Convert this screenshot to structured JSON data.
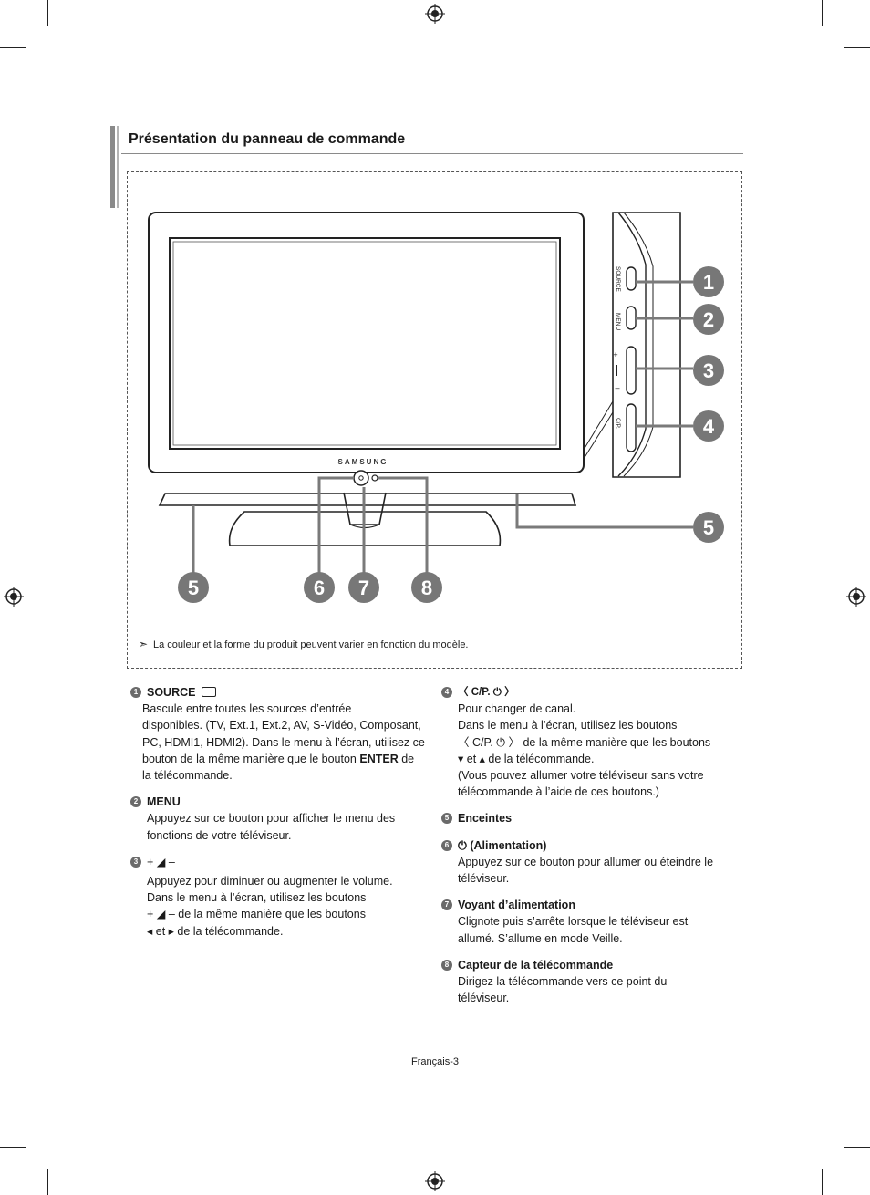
{
  "section": {
    "title": "Présentation du panneau de commande"
  },
  "figure": {
    "brand": "SAMSUNG",
    "side_labels": {
      "source": "SOURCE",
      "menu": "MENU",
      "vol_plus": "+",
      "vol_minus": "–",
      "ch_open": "〈",
      "ch_text": "C/P.",
      "ch_close": "〉"
    },
    "callouts": [
      "1",
      "2",
      "3",
      "4",
      "5",
      "5",
      "6",
      "7",
      "8"
    ],
    "note": "La couleur et la forme du produit peuvent varier en fonction du modèle."
  },
  "items_left": [
    {
      "num": "1",
      "head": "SOURCE",
      "icon": "source-input-icon",
      "body": "Bascule entre toutes les sources d’entrée\ndisponibles. (TV, Ext.1, Ext.2, AV, S-Vidéo, Composant,\nPC, HDMI1, HDMI2). Dans le menu à l’écran, utilisez ce\nbouton de la même manière que le bouton",
      "body_bold": "ENTER",
      "body_tail": " de\nla télécommande."
    },
    {
      "num": "2",
      "head": "MENU",
      "body": "Appuyez sur ce bouton pour afficher le menu des\nfonctions de votre téléviseur."
    },
    {
      "num": "3",
      "head": "+ ◢ –",
      "icon": "volume-icon",
      "body": "Appuyez pour diminuer ou augmenter le volume.\nDans le menu à l’écran, utilisez les boutons\n+ ◢ – de la même manière que les boutons\n◂  et  ▸  de la télécommande."
    }
  ],
  "items_right": [
    {
      "num": "4",
      "head": "〈 C/P. ⏻ 〉",
      "icon": "channel-icon",
      "body": "Pour changer de canal.\nDans le menu à l’écran, utilisez les boutons\n〈 C/P. ⏻ 〉  de la même manière que les boutons\n▾  et  ▴   de la télécommande.\n(Vous pouvez allumer votre téléviseur sans votre\ntélécommande à l’aide de ces boutons.)"
    },
    {
      "num": "5",
      "head": "Enceintes",
      "body": ""
    },
    {
      "num": "6",
      "head": "⏻ (Alimentation)",
      "icon": "power-icon",
      "body": "Appuyez sur ce bouton pour allumer ou éteindre le\ntéléviseur."
    },
    {
      "num": "7",
      "head": "Voyant d’alimentation",
      "body": "Clignote puis s’arrête lorsque le téléviseur est\nallumé. S’allume en mode Veille."
    },
    {
      "num": "8",
      "head": "Capteur de la télécommande",
      "body": "Dirigez la télécommande vers ce point du\ntéléviseur."
    }
  ],
  "footer": {
    "page": "Français-3"
  }
}
